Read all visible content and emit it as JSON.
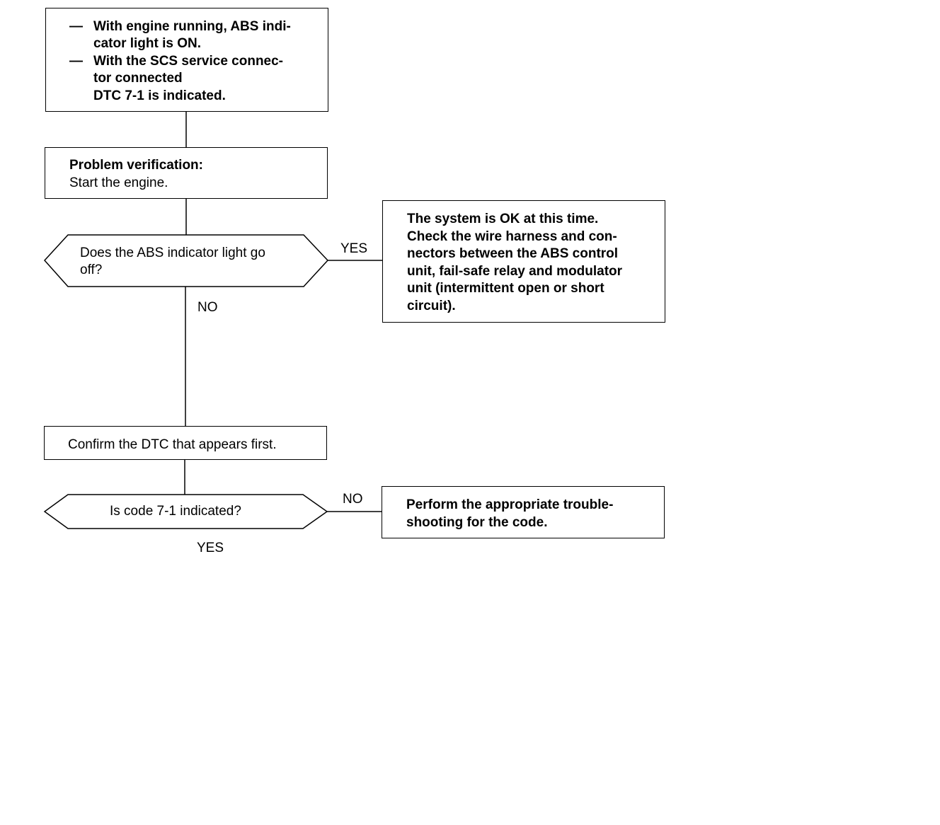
{
  "condition_box": {
    "bullet": "—",
    "lines": [
      "With engine running, ABS indi-",
      "cator light is ON.",
      "With the SCS service connec-",
      "tor connected",
      "DTC 7-1 is indicated."
    ]
  },
  "verification_box": {
    "heading": "Problem verification:",
    "text": "Start the engine."
  },
  "decision_light_off": {
    "lines": [
      "Does the ABS indicator light go",
      "off?"
    ],
    "yes_label": "YES",
    "no_label": "NO"
  },
  "ok_box": {
    "lines": [
      "The system is OK at this time.",
      "Check the wire harness and con-",
      "nectors between the ABS control",
      "unit, fail-safe relay and modulator",
      "unit (intermittent open or short",
      "circuit)."
    ]
  },
  "confirm_box": {
    "text": "Confirm the DTC that appears first."
  },
  "decision_code": {
    "text": "Is code 7-1 indicated?",
    "no_label": "NO",
    "yes_label": "YES"
  },
  "troubleshoot_box": {
    "lines": [
      "Perform the appropriate trouble-",
      "shooting for the code."
    ]
  }
}
